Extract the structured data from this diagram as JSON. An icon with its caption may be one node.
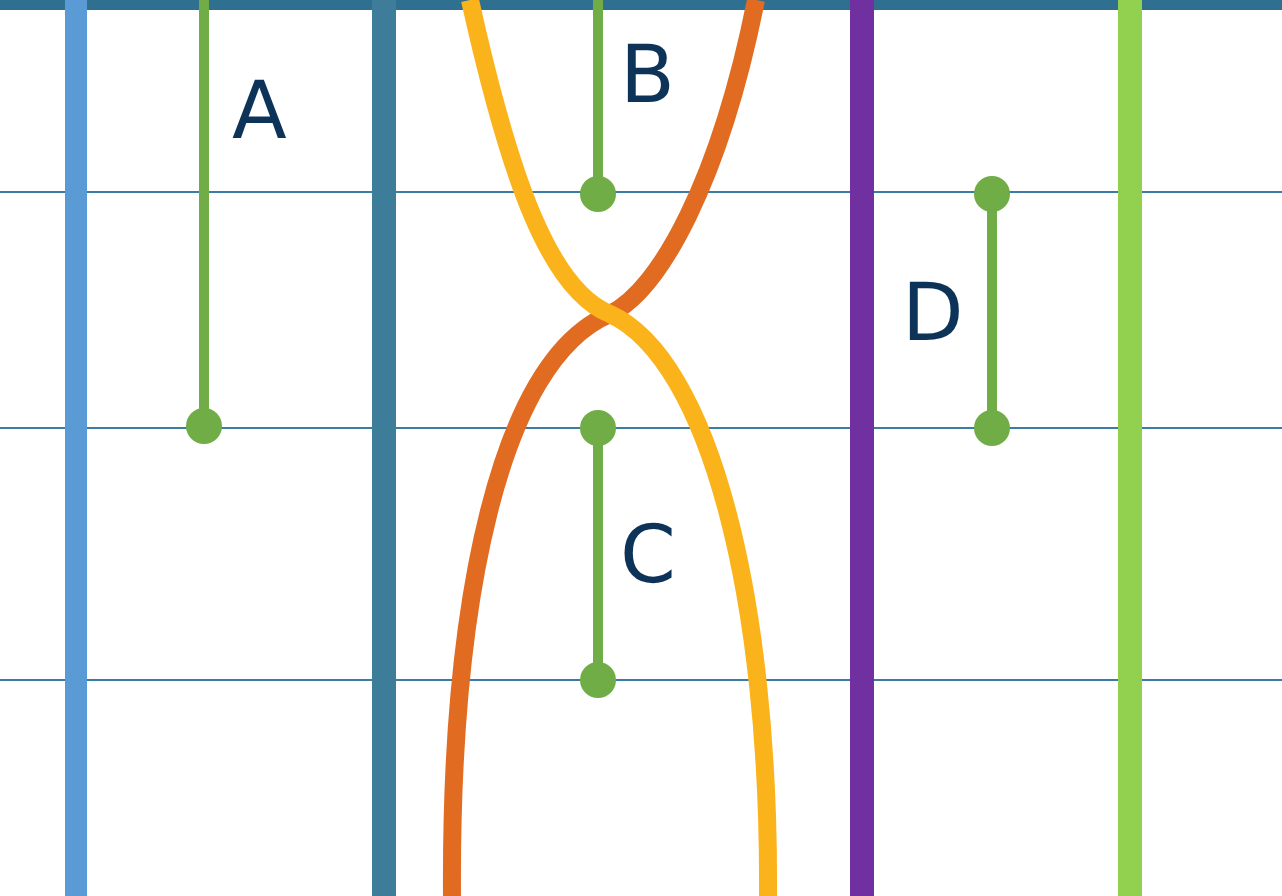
{
  "diagram": {
    "labels": [
      "A",
      "B",
      "D",
      "C"
    ]
  }
}
